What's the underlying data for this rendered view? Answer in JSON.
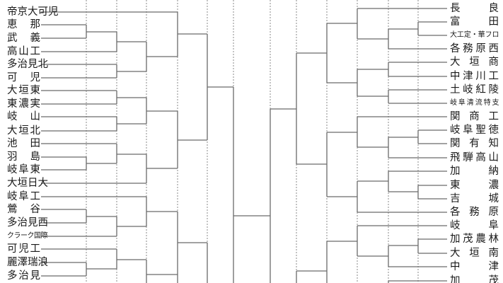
{
  "left_teams": [
    "帝京大可児",
    "恵那",
    "武義",
    "高山工",
    "多治見北",
    "可児",
    "大垣東",
    "東濃実",
    "岐山",
    "大垣北",
    "池田",
    "羽島",
    "岐阜東",
    "大垣日大",
    "岐阜工",
    "鶯谷",
    "多治見西",
    "クラーク国際",
    "可児工",
    "麗澤瑞浪",
    "多治見"
  ],
  "right_teams": [
    "長良",
    "富田",
    "大工定・華フロ",
    "各務原西",
    "大垣商",
    "中津川工",
    "土岐紅陵",
    "岐阜清流特支",
    "関商工",
    "岐阜聖徳",
    "関有知",
    "飛騨高山",
    "加納",
    "東濃",
    "吉城",
    "各務原",
    "岐阜",
    "加茂農林",
    "大垣南",
    "中津",
    "加茂"
  ],
  "colors": {
    "line": "#6a6a6a",
    "dotted": "#888888",
    "text": "#1a1a1a"
  }
}
